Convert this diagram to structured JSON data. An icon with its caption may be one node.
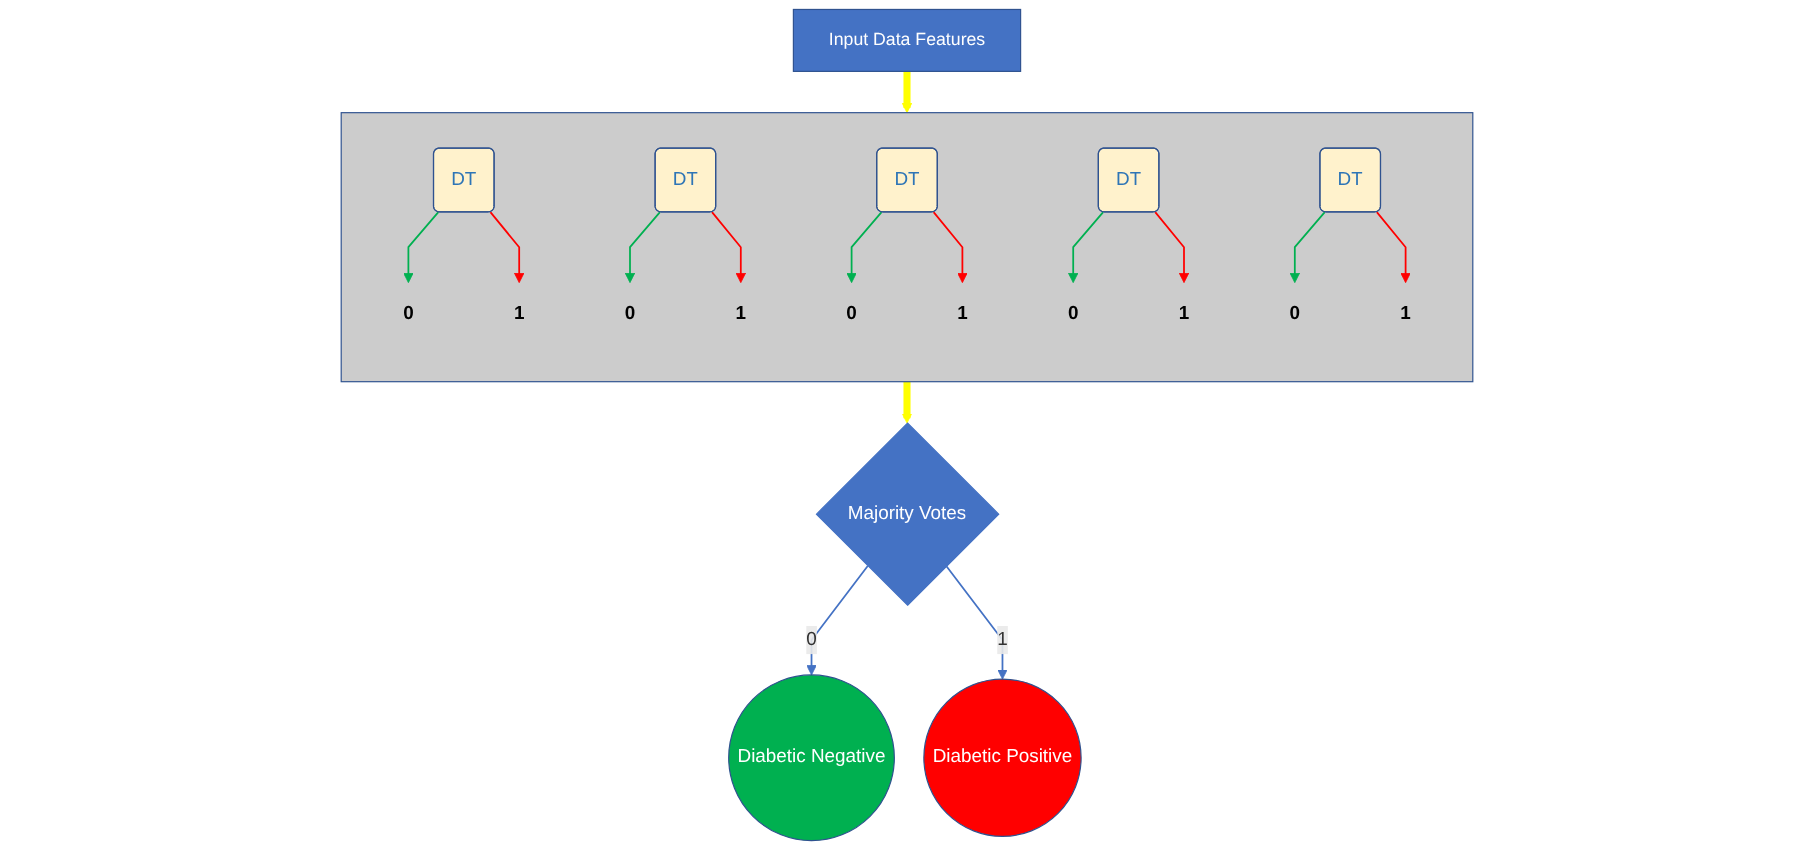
{
  "diagram": {
    "nodes": [
      {
        "text": [
          "Input Data Features"
        ]
      },
      {
        "text": [],
        "shape": "box"
      },
      {
        "text": [
          "DT"
        ],
        "in": 1
      },
      {
        "text": [
          "0"
        ],
        "in": 1
      },
      {
        "text": [
          "1"
        ],
        "in": 1
      },
      {
        "text": [
          "DT"
        ],
        "in": 1
      },
      {
        "text": [
          "0"
        ],
        "in": 1
      },
      {
        "text": [
          "1"
        ],
        "in": 1
      },
      {
        "text": [
          "DT"
        ],
        "in": 1
      },
      {
        "text": [
          "0"
        ],
        "in": 1
      },
      {
        "text": [
          "1"
        ],
        "in": 1
      },
      {
        "text": [
          "DT"
        ],
        "in": 1
      },
      {
        "text": [
          "0"
        ],
        "in": 1
      },
      {
        "text": [
          "1"
        ],
        "in": 1
      },
      {
        "text": [
          "DT"
        ],
        "in": 1
      },
      {
        "text": [
          "0"
        ],
        "in": 1
      },
      {
        "text": [
          "1"
        ],
        "in": 1
      },
      {
        "text": [
          "Majority Votes"
        ]
      },
      {
        "text": [
          "Diabetic Negative"
        ]
      },
      {
        "text": [
          "Diabetic Positive"
        ]
      }
    ],
    "edges": [
      {
        "from": 0,
        "to": 1,
        "arrow": "to",
        "style": "thick",
        "color": "#ffff00"
      },
      {
        "from": 2,
        "to": 3,
        "arrow": "to",
        "color": "#00b050"
      },
      {
        "from": 2,
        "to": 4,
        "arrow": "to",
        "color": "#ff0000"
      },
      {
        "from": 5,
        "to": 6,
        "arrow": "to",
        "color": "#00b050"
      },
      {
        "from": 5,
        "to": 7,
        "arrow": "to",
        "color": "#ff0000"
      },
      {
        "from": 8,
        "to": 9,
        "arrow": "to",
        "color": "#00b050"
      },
      {
        "from": 8,
        "to": 10,
        "arrow": "to",
        "color": "#ff0000"
      },
      {
        "from": 11,
        "to": 12,
        "arrow": "to",
        "color": "#00b050"
      },
      {
        "from": 11,
        "to": 13,
        "arrow": "to",
        "color": "#ff0000"
      },
      {
        "from": 14,
        "to": 15,
        "arrow": "to",
        "color": "#00b050"
      },
      {
        "from": 14,
        "to": 16,
        "arrow": "to",
        "color": "#ff0000"
      },
      {
        "from": 1,
        "to": 17,
        "arrow": "to",
        "style": "thick",
        "color": "#ffff00"
      },
      {
        "from": 17,
        "to": 18,
        "label": "0",
        "arrow": "to",
        "color": "#4472c4"
      },
      {
        "from": 17,
        "to": 19,
        "label": "1",
        "arrow": "to",
        "color": "#4472c4"
      }
    ]
  }
}
